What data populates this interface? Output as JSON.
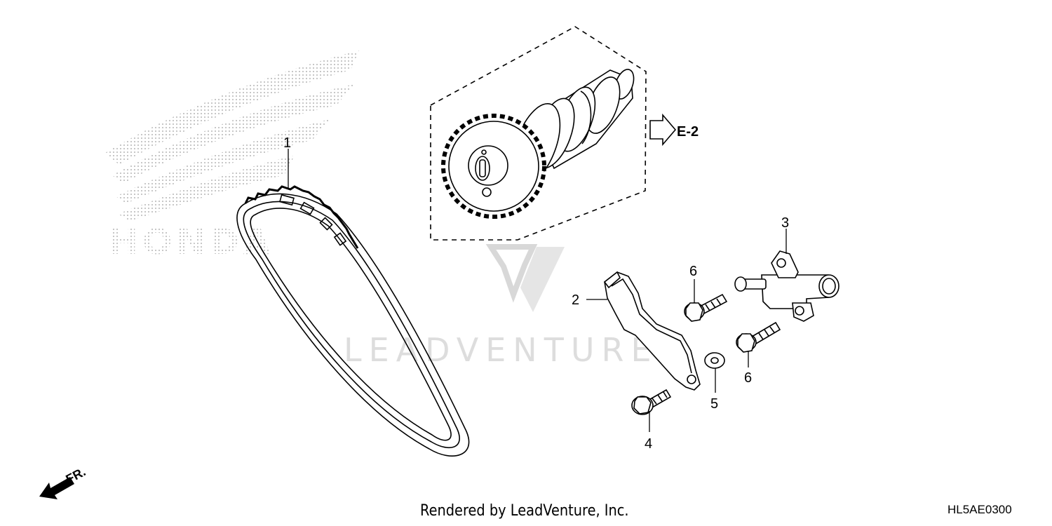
{
  "diagram": {
    "brand_logo": "HONDA",
    "watermark": "LEADVENTURE",
    "reference": {
      "label": "E-2"
    },
    "front_indicator": "FR.",
    "callouts": [
      {
        "id": "p1",
        "label": "1"
      },
      {
        "id": "p2",
        "label": "2"
      },
      {
        "id": "p3",
        "label": "3"
      },
      {
        "id": "p4",
        "label": "4"
      },
      {
        "id": "p5",
        "label": "5"
      },
      {
        "id": "p6a",
        "label": "6"
      },
      {
        "id": "p6b",
        "label": "6"
      }
    ],
    "footer_credit": "Rendered by LeadVenture, Inc.",
    "drawing_code": "HL5AE0300"
  },
  "colors": {
    "line": "#000000",
    "logo_dots": "#b5b5b5",
    "watermark": "#d0d0d0"
  }
}
